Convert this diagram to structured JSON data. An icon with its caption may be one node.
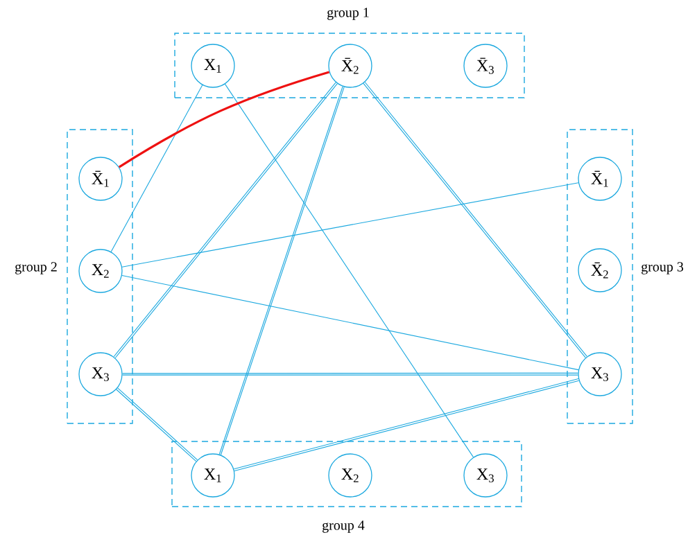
{
  "diagram": {
    "nodes": [
      {
        "text": [
          "group 1"
        ]
      },
      {
        "text": [
          "X$_{1}$"
        ],
        "in": 0
      },
      {
        "text": [
          "X̄$_{2}$"
        ],
        "in": 0
      },
      {
        "text": [
          "X̄$_{3}$"
        ],
        "in": 0
      },
      {
        "text": [
          "group 2"
        ]
      },
      {
        "text": [
          "X̄$_{1}$"
        ],
        "in": 4
      },
      {
        "text": [
          "X$_{2}$"
        ],
        "in": 4
      },
      {
        "text": [
          "X$_{3}$"
        ],
        "in": 4
      },
      {
        "text": [
          "group 3"
        ]
      },
      {
        "text": [
          "X̄$_{1}$"
        ],
        "in": 8
      },
      {
        "text": [
          "X̄$_{2}$"
        ],
        "in": 8
      },
      {
        "text": [
          "X$_{3}$"
        ],
        "in": 8
      },
      {
        "text": [
          "group 4"
        ]
      },
      {
        "text": [
          "X$_{1}$"
        ],
        "in": 12
      },
      {
        "text": [
          "X$_{2}$"
        ],
        "in": 12
      },
      {
        "text": [
          "X$_{3}$"
        ],
        "in": 12
      }
    ],
    "edges": [
      {
        "from": 1,
        "to": 6,
        "arrow": "none"
      },
      {
        "from": 1,
        "to": 15,
        "arrow": "none"
      },
      {
        "from": 2,
        "to": 7,
        "arrow": "none"
      },
      {
        "from": 2,
        "to": 7,
        "arrow": "none"
      },
      {
        "from": 2,
        "to": 13,
        "arrow": "none"
      },
      {
        "from": 2,
        "to": 13,
        "arrow": "none"
      },
      {
        "from": 2,
        "to": 11,
        "arrow": "none"
      },
      {
        "from": 2,
        "to": 11,
        "arrow": "none"
      },
      {
        "from": 6,
        "to": 9,
        "arrow": "none"
      },
      {
        "from": 6,
        "to": 11,
        "arrow": "none"
      },
      {
        "from": 7,
        "to": 11,
        "arrow": "none"
      },
      {
        "from": 7,
        "to": 11,
        "arrow": "none"
      },
      {
        "from": 7,
        "to": 13,
        "arrow": "none"
      },
      {
        "from": 7,
        "to": 13,
        "arrow": "none"
      },
      {
        "from": 13,
        "to": 11,
        "arrow": "none"
      },
      {
        "from": 13,
        "to": 11,
        "arrow": "none"
      },
      {
        "from": 5,
        "to": 2,
        "arrow": "none",
        "style": "thick",
        "color": "#ee1111"
      }
    ]
  }
}
